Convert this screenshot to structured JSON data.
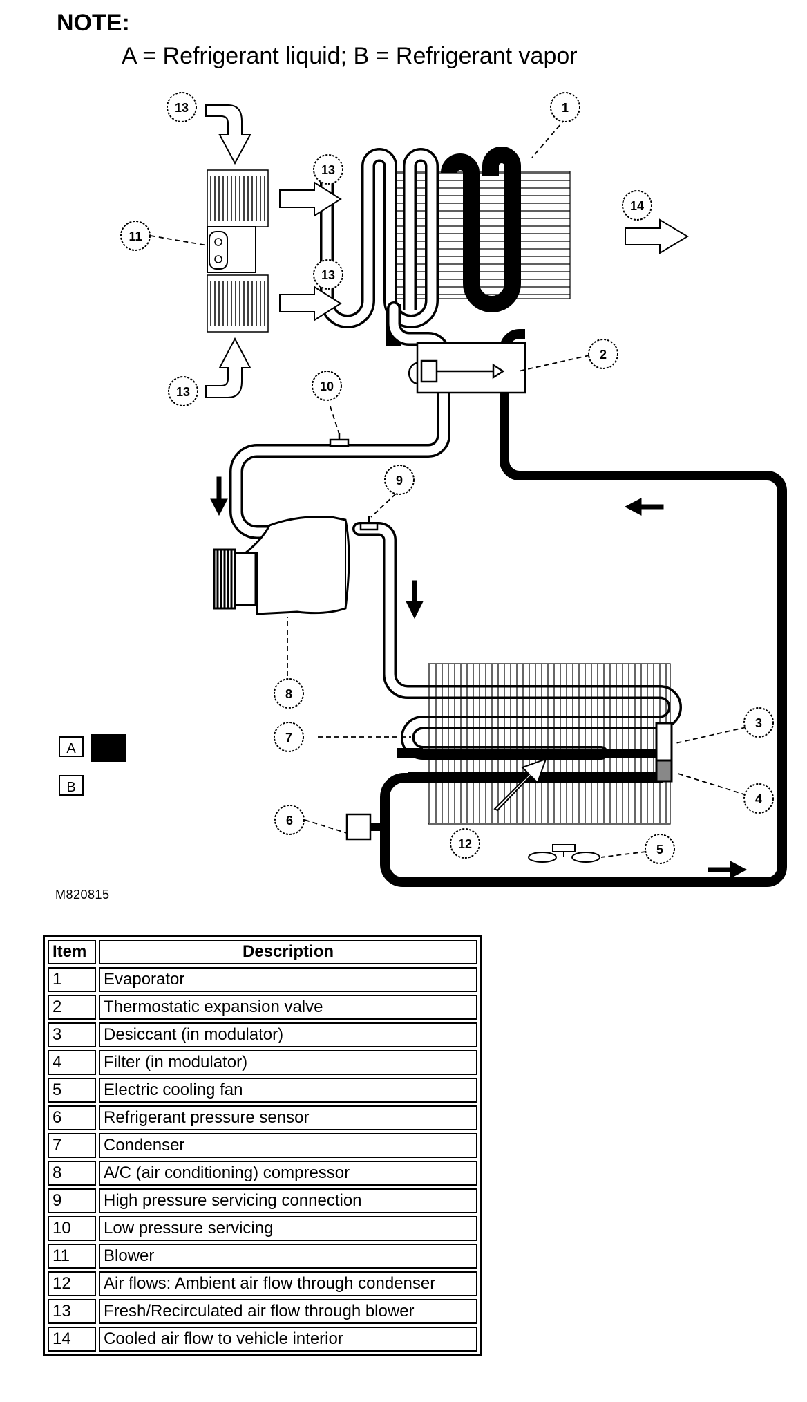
{
  "note": {
    "title": "NOTE:",
    "text": "A = Refrigerant liquid; B = Refrigerant vapor"
  },
  "callouts": [
    "1",
    "2",
    "3",
    "4",
    "5",
    "6",
    "7",
    "8",
    "9",
    "10",
    "11",
    "12",
    "13",
    "14"
  ],
  "key": {
    "a": "A",
    "b": "B",
    "liquid_color": "#000000",
    "vapor_color": "#ffffff"
  },
  "figure_code": "M820815",
  "table": {
    "headers": [
      "Item",
      "Description"
    ],
    "rows": [
      {
        "item": "1",
        "description": "Evaporator"
      },
      {
        "item": "2",
        "description": "Thermostatic expansion valve"
      },
      {
        "item": "3",
        "description": "Desiccant (in modulator)"
      },
      {
        "item": "4",
        "description": "Filter (in modulator)"
      },
      {
        "item": "5",
        "description": "Electric cooling fan"
      },
      {
        "item": "6",
        "description": "Refrigerant pressure sensor"
      },
      {
        "item": "7",
        "description": "Condenser"
      },
      {
        "item": "8",
        "description": "A/C (air conditioning) compressor"
      },
      {
        "item": "9",
        "description": "High pressure servicing connection"
      },
      {
        "item": "10",
        "description": "Low pressure servicing"
      },
      {
        "item": "11",
        "description": "Blower"
      },
      {
        "item": "12",
        "description": "Air flows: Ambient air flow through condenser"
      },
      {
        "item": "13",
        "description": "Fresh/Recirculated air flow through blower"
      },
      {
        "item": "14",
        "description": "Cooled air flow to vehicle interior"
      }
    ]
  }
}
